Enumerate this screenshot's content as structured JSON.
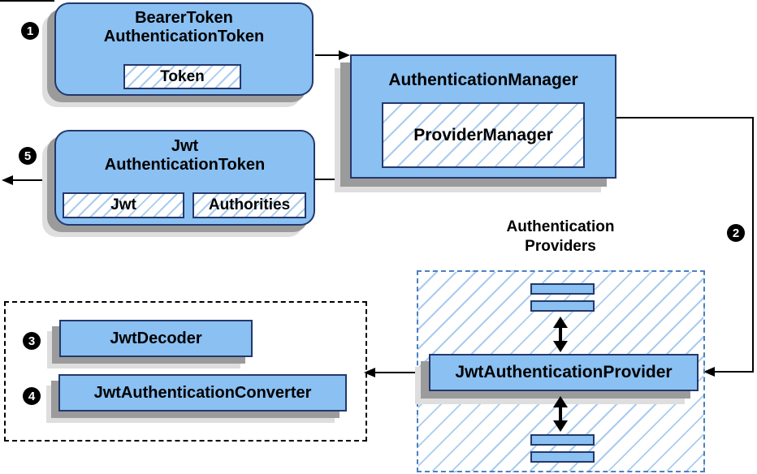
{
  "steps": {
    "s1": "1",
    "s2": "2",
    "s3": "3",
    "s4": "4",
    "s5": "5"
  },
  "boxes": {
    "bearer": {
      "title_line1": "BearerToken",
      "title_line2": "AuthenticationToken",
      "chip": "Token"
    },
    "manager": {
      "title": "AuthenticationManager",
      "chip": "ProviderManager"
    },
    "jwt": {
      "title_line1": "Jwt",
      "title_line2": "AuthenticationToken",
      "chip1": "Jwt",
      "chip2": "Authorities"
    }
  },
  "providers": {
    "label_line1": "Authentication",
    "label_line2": "Providers",
    "provider": "JwtAuthenticationProvider"
  },
  "decoder_group": {
    "decoder": "JwtDecoder",
    "converter": "JwtAuthenticationConverter"
  },
  "colors": {
    "box_fill": "#8AC0F2",
    "box_border": "#24386B",
    "hatch_line": "#A9CCEF",
    "providers_border": "#4C7FBF",
    "shadow_dark": "#9B9B9B",
    "shadow_light": "#DEDEDE",
    "arrow": "#000000",
    "badge_bg": "#000000",
    "badge_text": "#FFFFFF"
  }
}
